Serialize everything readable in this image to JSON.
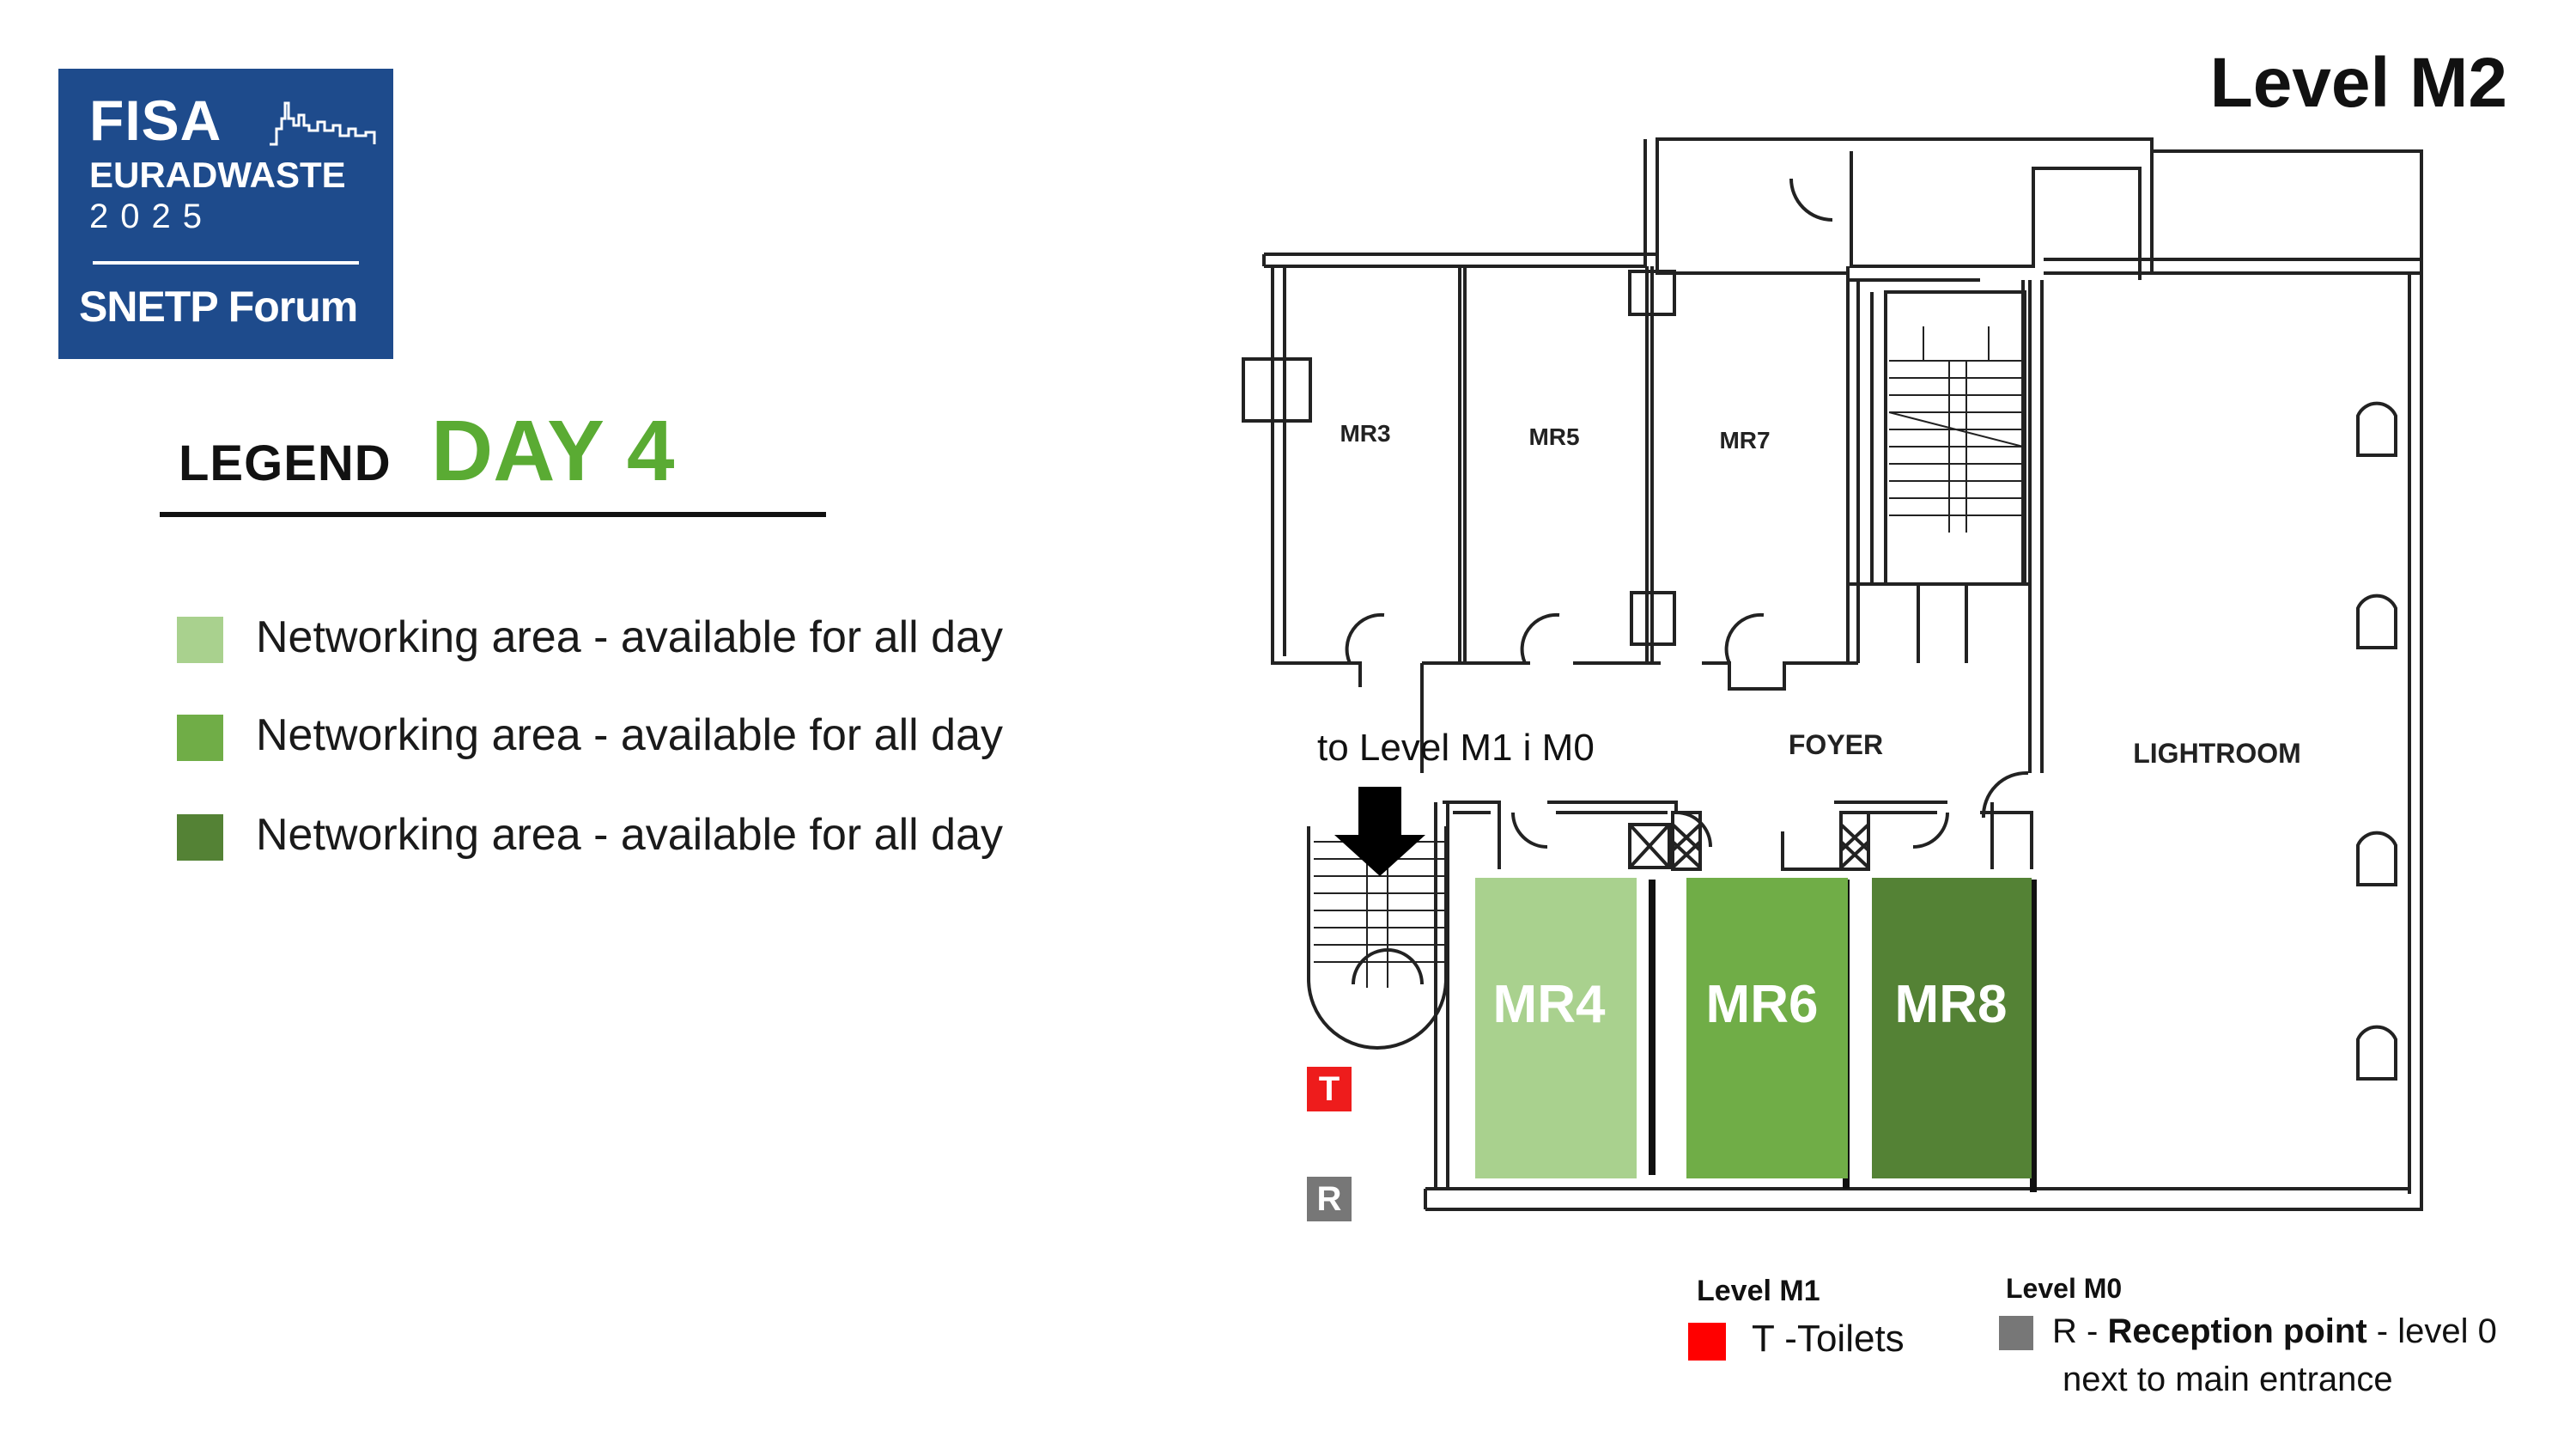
{
  "logo": {
    "line1": "FISA",
    "line2": "EURADWASTE",
    "line3": "2025",
    "line4": "SNETP Forum",
    "color": "#1e4b8c"
  },
  "level_title": "Level M2",
  "legend": {
    "title": "LEGEND",
    "day": "DAY 4",
    "items": [
      {
        "label": "Networking area - available for all day",
        "color": "#a9d18e"
      },
      {
        "label": "Networking area - available for all day",
        "color": "#70ad47"
      },
      {
        "label": "Networking area - available for all day",
        "color": "#548235"
      }
    ]
  },
  "rooms": {
    "mr3": "MR3",
    "mr5": "MR5",
    "mr7": "MR7",
    "foyer": "FOYER",
    "lightroom": "LIGHTROOM",
    "mr4": "MR4",
    "mr6": "MR6",
    "mr8": "MR8"
  },
  "stairs_label": "to Level M1 i M0",
  "badges": {
    "t": "T",
    "r": "R"
  },
  "footer": {
    "m1_title": "Level M1",
    "m1_text": "T -Toilets",
    "m0_title": "Level M0",
    "m0_prefix": "R - ",
    "m0_bold": "Reception point",
    "m0_suffix": " - level 0",
    "m0_line2": "next to main entrance"
  },
  "colors": {
    "light_green": "#a9d18e",
    "mid_green": "#70ad47",
    "dark_green": "#548235",
    "toilet_red": "#ee1c1c",
    "reception_gray": "#777777"
  }
}
